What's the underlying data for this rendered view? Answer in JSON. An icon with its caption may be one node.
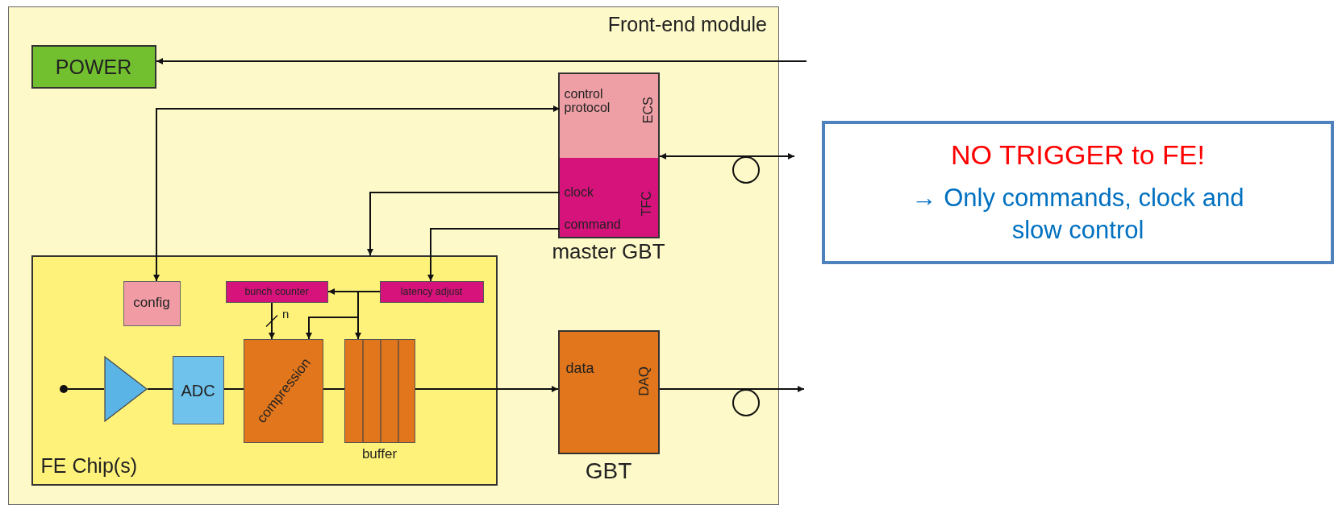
{
  "diagram": {
    "nodes": [
      {
        "text": [
          "Front-end module"
        ]
      },
      {
        "text": [
          "POWER"
        ],
        "in": 0
      },
      {
        "text": [
          "master GBT"
        ],
        "in": 0
      },
      {
        "text": [
          "control protocol",
          "ECS"
        ],
        "in": 2
      },
      {
        "text": [
          "clock",
          "command",
          "TFC"
        ],
        "in": 2
      },
      {
        "text": [
          "FE Chip(s)"
        ],
        "in": 0
      },
      {
        "text": [
          "config"
        ],
        "in": 5
      },
      {
        "text": [
          "bunch counter"
        ],
        "in": 5
      },
      {
        "text": [
          "latency adjust"
        ],
        "in": 5
      },
      {
        "text": [],
        "shape": "circle",
        "in": 5
      },
      {
        "text": [],
        "shape": "triangle",
        "in": 5
      },
      {
        "text": [
          "ADC"
        ],
        "in": 5
      },
      {
        "text": [
          "compression"
        ],
        "in": 5
      },
      {
        "text": [
          "buffer"
        ],
        "in": 5
      },
      {
        "text": [
          "data",
          "DAQ"
        ],
        "beside": [
          "GBT"
        ],
        "in": 0
      },
      {
        "text": [
          "NO TRIGGER to FE!",
          "→ Only commands, clock and slow control"
        ]
      }
    ],
    "edges": [
      {
        "from": null,
        "to": 1,
        "arrow": "to"
      },
      {
        "from": 6,
        "to": 3,
        "arrow": "both"
      },
      {
        "from": 4,
        "to": 5,
        "arrow": "to"
      },
      {
        "from": 4,
        "to": 8,
        "arrow": "to"
      },
      {
        "from": 2,
        "to": null,
        "arrow": "both"
      },
      {
        "from": 8,
        "to": 7,
        "arrow": "to"
      },
      {
        "from": 8,
        "to": 13,
        "arrow": "to"
      },
      {
        "from": 8,
        "to": 12,
        "arrow": "to"
      },
      {
        "from": 7,
        "to": 12,
        "arrow": "to",
        "label": "n"
      },
      {
        "from": 9,
        "to": 10,
        "arrow": "none"
      },
      {
        "from": 10,
        "to": 11,
        "arrow": "none"
      },
      {
        "from": 11,
        "to": 12,
        "arrow": "none"
      },
      {
        "from": 12,
        "to": 13,
        "arrow": "none"
      },
      {
        "from": 13,
        "to": 14,
        "arrow": "to"
      },
      {
        "from": 14,
        "to": null,
        "arrow": "to"
      }
    ]
  }
}
